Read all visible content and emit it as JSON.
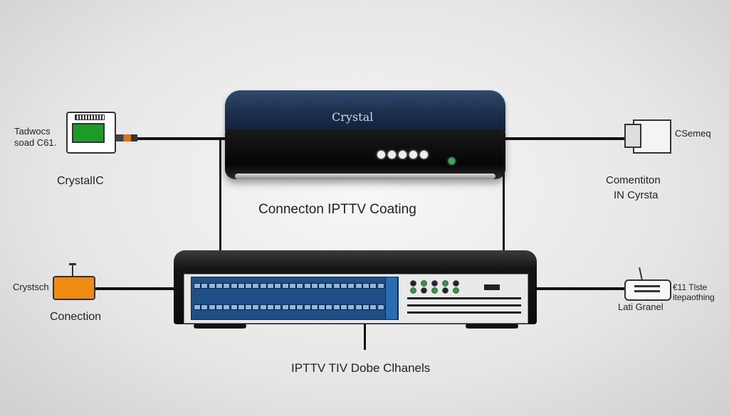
{
  "title": "Connecton IPTTV Coating",
  "footer": "IPTTV TIV Dobe Clhanels",
  "router": {
    "brand": "Crystal"
  },
  "labels": {
    "top_left_line1": "Tadwocs",
    "top_left_line2": "soad C61.",
    "left_mid": "CrystalIC",
    "bottom_left_device": "Crystsch",
    "bottom_left": "Conection",
    "top_right_device": "CSemeq",
    "right_mid_line1": "Comentiton",
    "right_mid_line2": "IN Cyrsta",
    "bottom_right_line1": "€11 Tlste",
    "bottom_right_line2": "itepaothing",
    "bottom_right_line3": "Lati Granel"
  },
  "colors": {
    "router_top": "#1a2e4a",
    "switch_panel": "#1f4f86",
    "left_top_screen": "#1e9a2a",
    "left_bottom_device": "#ef8a13"
  },
  "icons": [
    "router-icon",
    "switch-icon",
    "monitor-icon",
    "set-top-box-icon",
    "modem-icon",
    "access-point-icon"
  ]
}
